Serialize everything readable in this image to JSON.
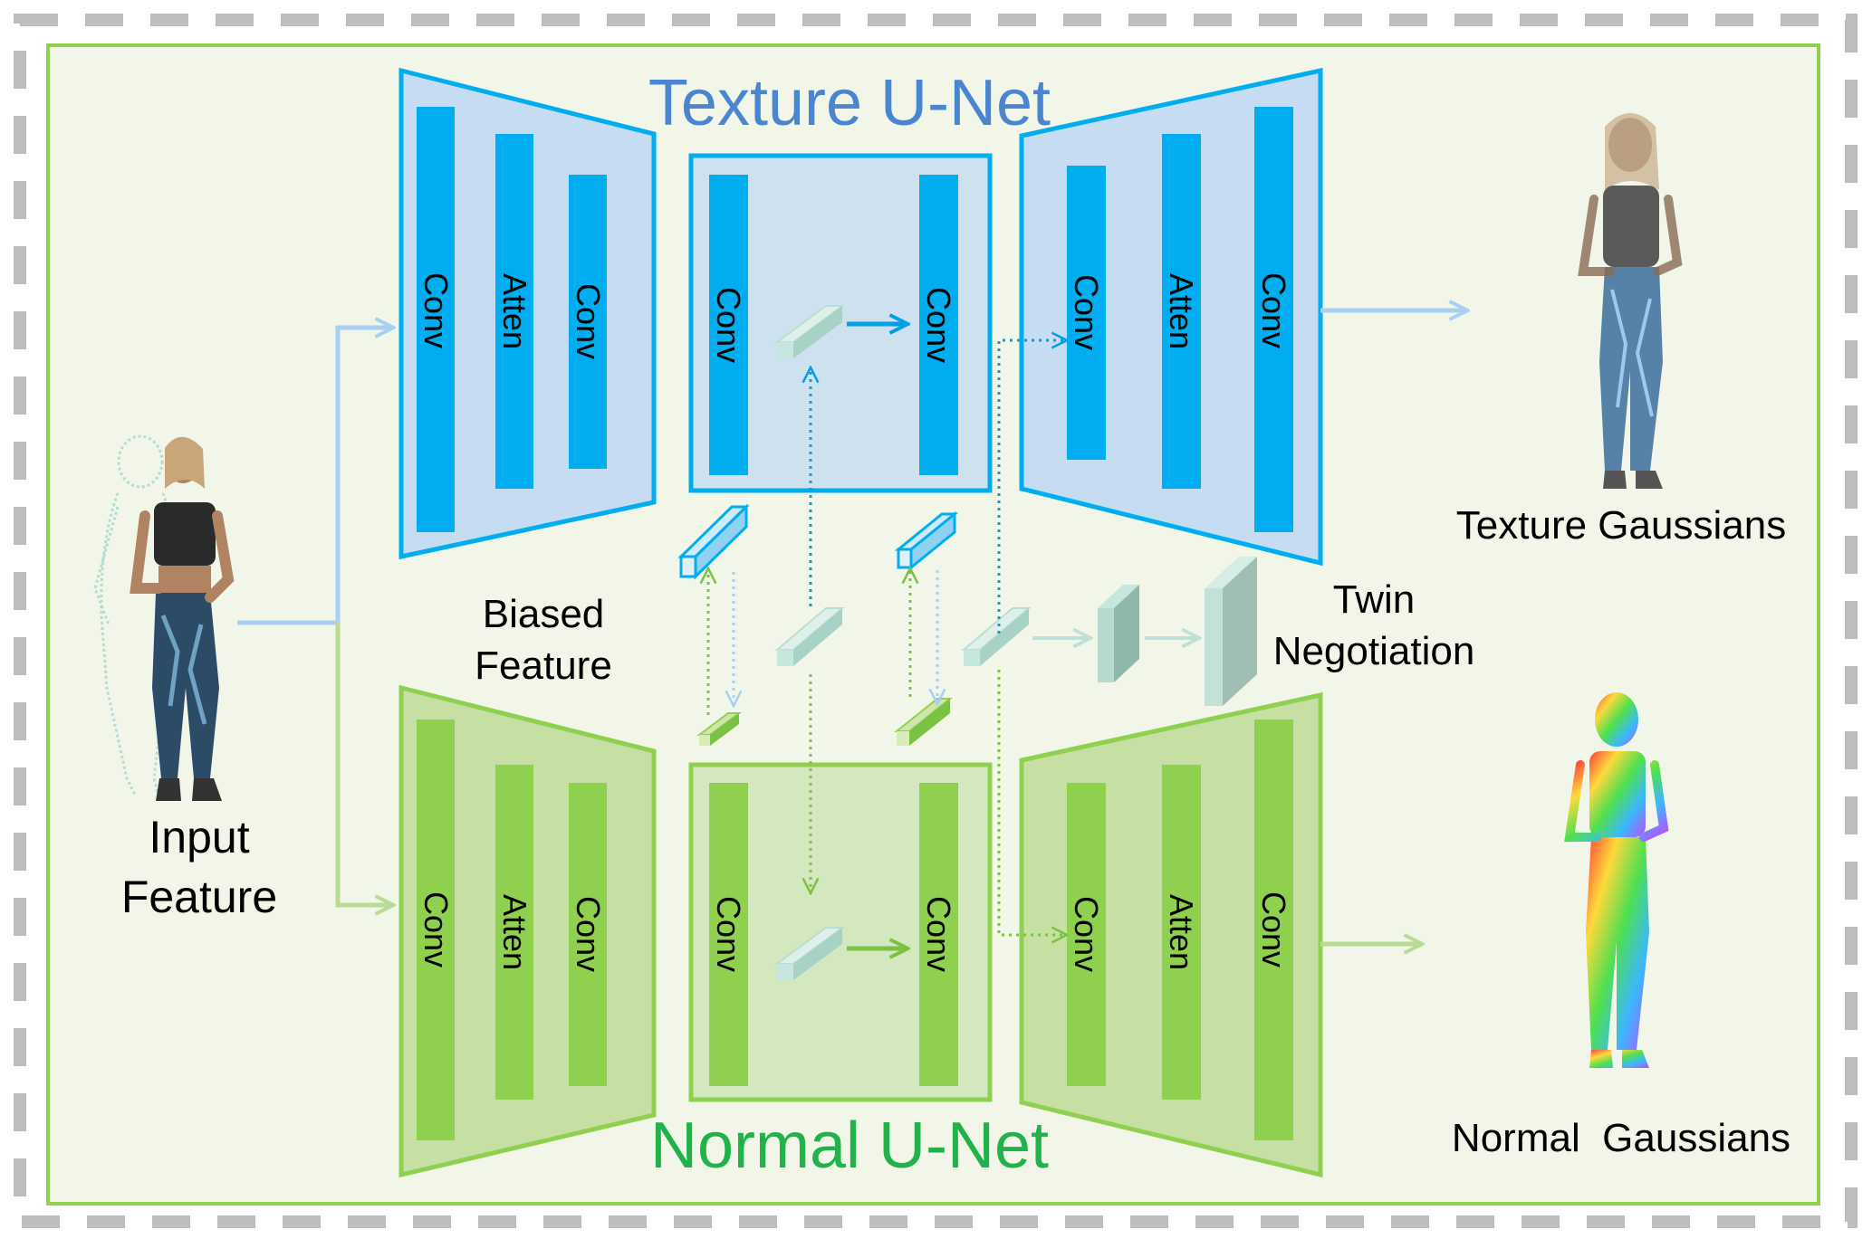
{
  "title_texture": "Texture U-Net",
  "title_normal": "Normal U-Net",
  "layer_conv": "Conv",
  "layer_atten": "Atten",
  "input_line1": "Input",
  "input_line2": "Feature",
  "biased_line1": "Biased",
  "biased_line2": "Feature",
  "twin_line1": "Twin",
  "twin_line2": "Negotiation",
  "texture_gaussians": "Texture Gaussians",
  "normal_gaussians": "Normal  Gaussians",
  "colors": {
    "texture_accent": "#00aeef",
    "texture_fill": "#c5dcf3",
    "texture_title": "#4a86d0",
    "normal_accent": "#8fd14f",
    "normal_fill": "#c6e0a4",
    "normal_title": "#21b24b",
    "panel_bg": "#f1f6e9",
    "panel_border": "#8fd14f",
    "outer_dash": "#bdbdbd",
    "feature_block": "#c7e6dd",
    "negotiation_block": "#9fbfb5"
  }
}
